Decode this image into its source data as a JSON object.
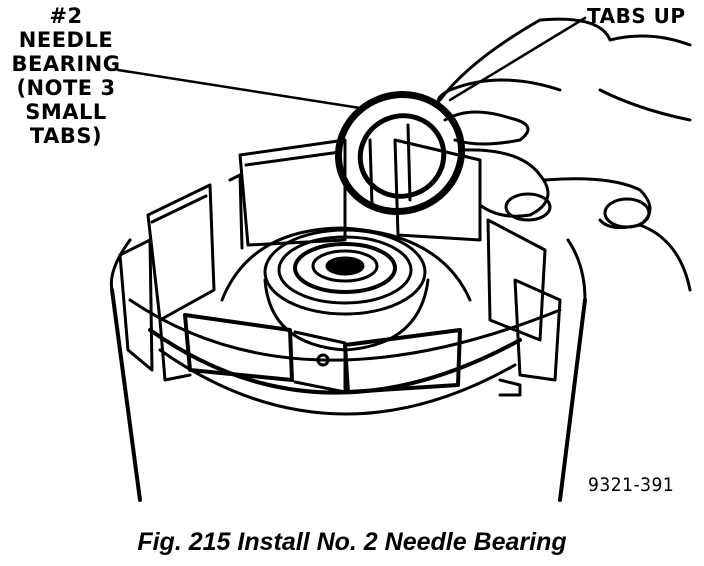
{
  "labels": {
    "needle_bearing": [
      "#2 NEEDLE",
      "BEARING",
      "(NOTE 3",
      "SMALL",
      "TABS)"
    ],
    "tabs_up": "TABS UP",
    "figure_code": "9321-391"
  },
  "caption": "Fig. 215 Install No. 2 Needle Bearing",
  "colors": {
    "ink": "#000000",
    "paper": "#ffffff"
  }
}
